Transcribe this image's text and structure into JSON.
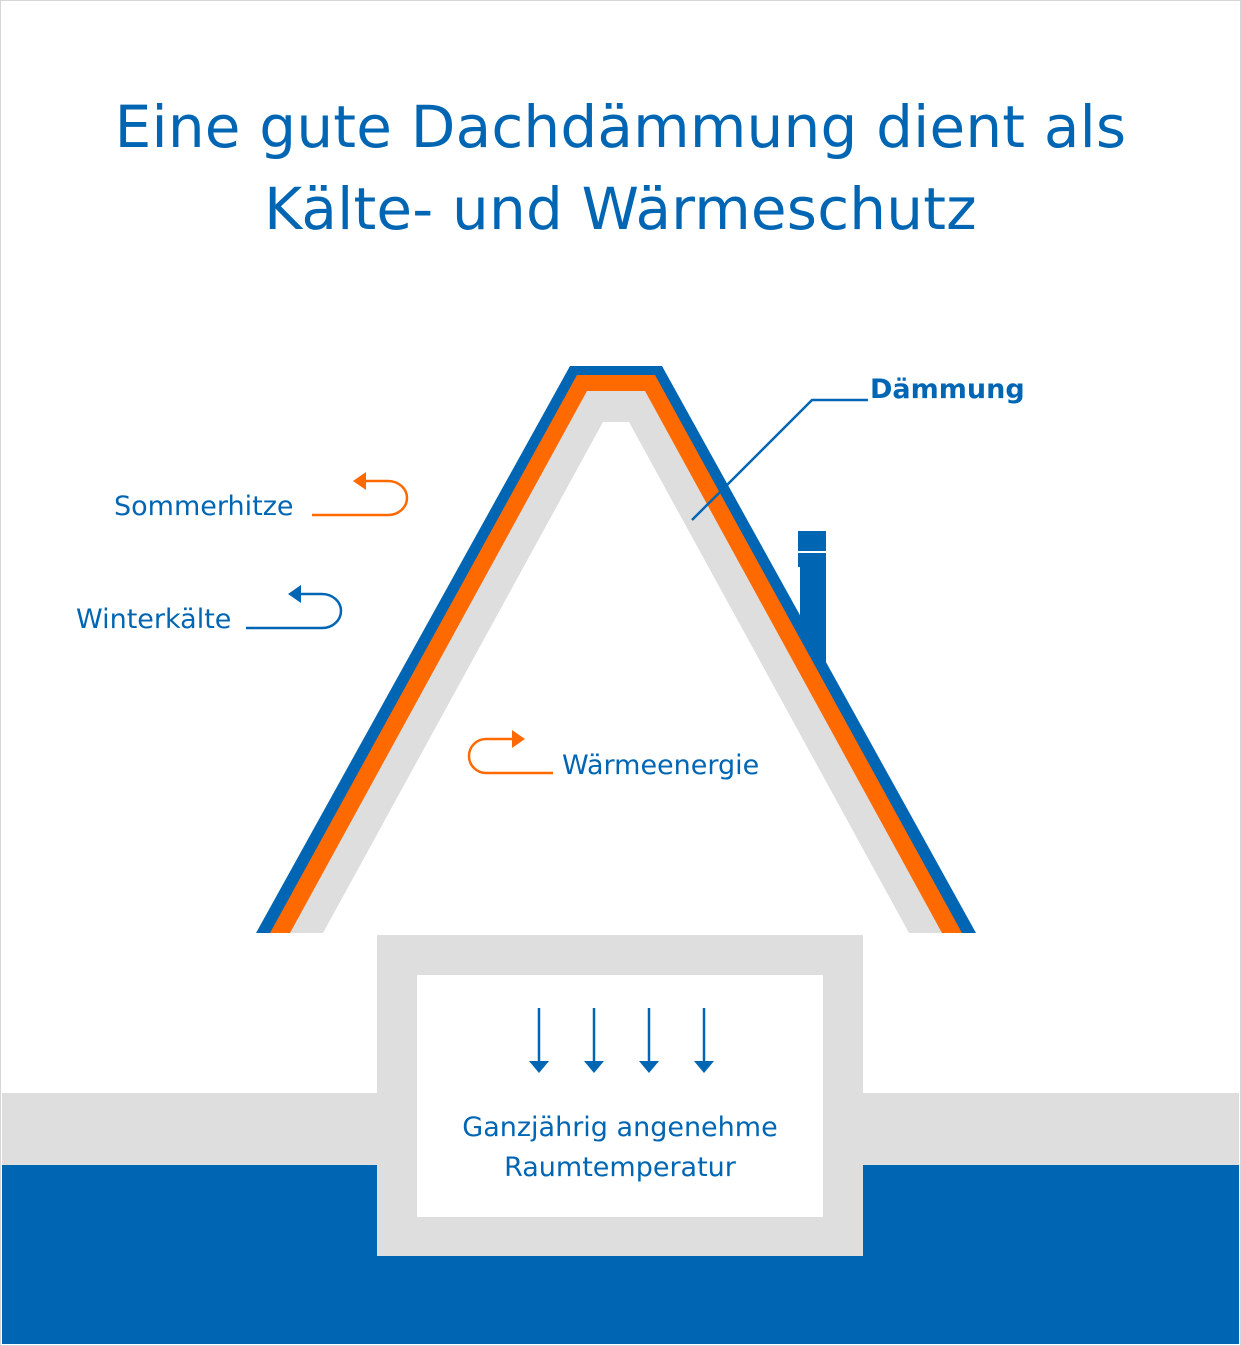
{
  "title": {
    "line1": "Eine gute Dachdämmung dient als",
    "line2": "Kälte- und Wärmeschutz"
  },
  "labels": {
    "daemmung": "Dämmung",
    "sommerhitze": "Sommerhitze",
    "winterkaelte": "Winterkälte",
    "waermeenergie": "Wärmeenergie",
    "room_line1": "Ganzjährig angenehme",
    "room_line2": "Raumtemperatur"
  },
  "colors": {
    "blue": "#0066b3",
    "orange": "#ff6a00",
    "gray": "#dedede",
    "white": "#ffffff"
  },
  "icons": [
    "return-arrow-icon",
    "down-arrow-icon",
    "chimney-icon"
  ]
}
